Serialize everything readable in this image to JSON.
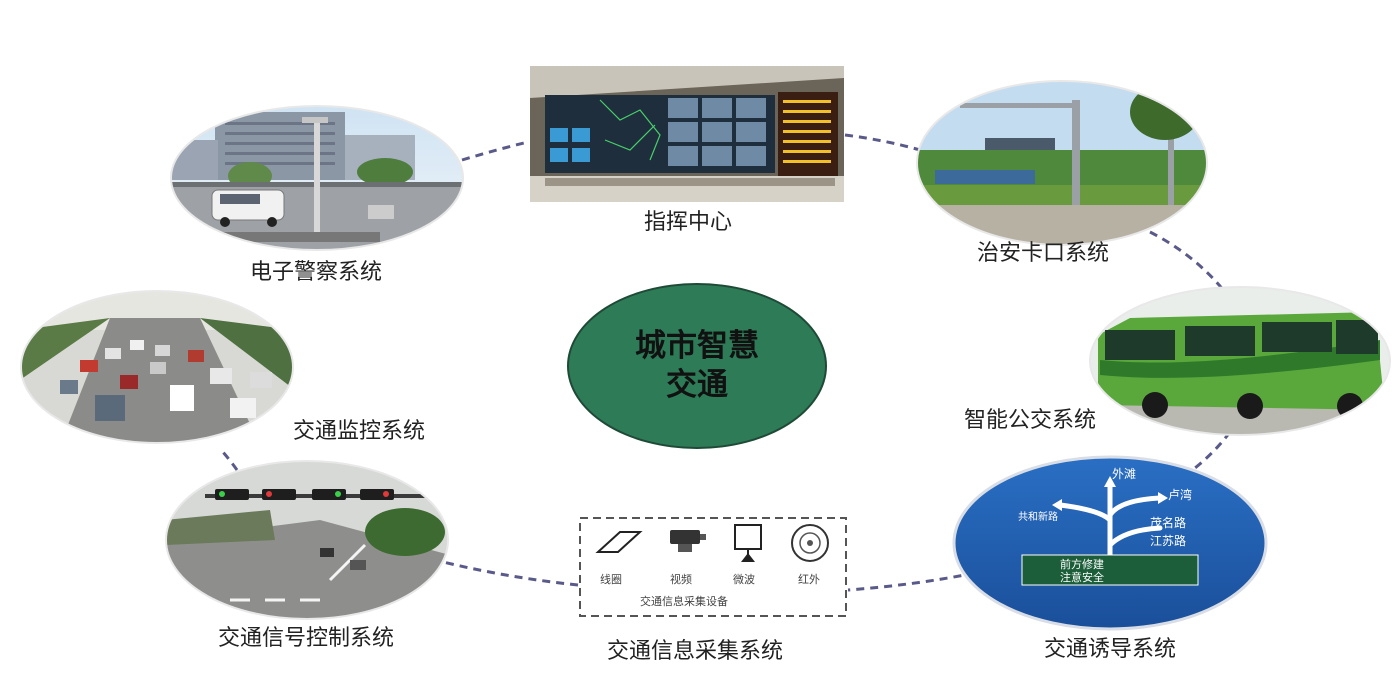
{
  "center": {
    "line1": "城市智慧",
    "line2": "交通"
  },
  "nodes": {
    "command": "指挥中心",
    "police": "电子警察系统",
    "checkpoint": "治安卡口系统",
    "monitor": "交通监控系统",
    "bus": "智能公交系统",
    "signal": "交通信号控制系统",
    "collect": "交通信息采集系统",
    "guide": "交通诱导系统"
  },
  "devices": {
    "coil": "线圈",
    "video": "视频",
    "microwave": "微波",
    "infrared": "红外",
    "caption": "交通信息采集设备"
  },
  "sign": {
    "top": "外滩",
    "right1": "卢湾",
    "right2": "茂名路",
    "right3": "江苏路",
    "left": "共和新路",
    "bottom1": "前方修建",
    "bottom2": "注意安全"
  },
  "colors": {
    "center_fill": "#2e7b58",
    "connector": "#5a5a8a"
  }
}
